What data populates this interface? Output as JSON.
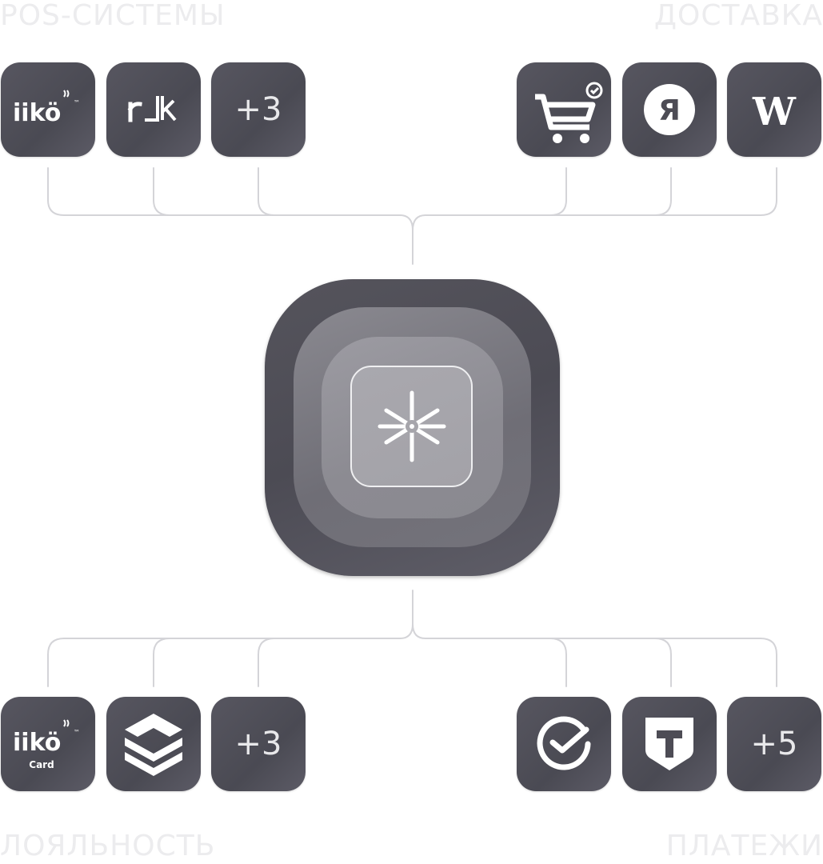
{
  "sections": {
    "pos": {
      "title": "POS-СИСТЕМЫ",
      "more": "+3"
    },
    "delivery": {
      "title": "ДОСТАВКА"
    },
    "loyalty": {
      "title": "ЛОЯЛЬНОСТЬ",
      "more": "+3"
    },
    "payments": {
      "title": "ПЛАТЕЖИ",
      "more": "+5"
    }
  },
  "logos": {
    "iiko": "iikö",
    "iiko_tm": "™",
    "iiko_card_main": "iikö",
    "iiko_card_sub": "Card",
    "rk": "r_k",
    "yandex": "Я",
    "wolt": "W"
  },
  "icons": {
    "pos": [
      "iiko-logo-icon",
      "rkeeper-logo-icon"
    ],
    "delivery": [
      "shopping-cart-check-icon",
      "yandex-logo-icon",
      "w-logo-icon"
    ],
    "loyalty": [
      "iiko-card-logo-icon",
      "layered-book-logo-icon"
    ],
    "payments": [
      "sber-check-icon",
      "t-shield-logo-icon"
    ],
    "hub": "asterisk-star-icon"
  },
  "colors": {
    "tile": "#4d4c55",
    "label": "#ececee",
    "connector": "#d4d4d8",
    "hub_outer": "#4f4e57",
    "hub_core": "#a6a5ab"
  }
}
